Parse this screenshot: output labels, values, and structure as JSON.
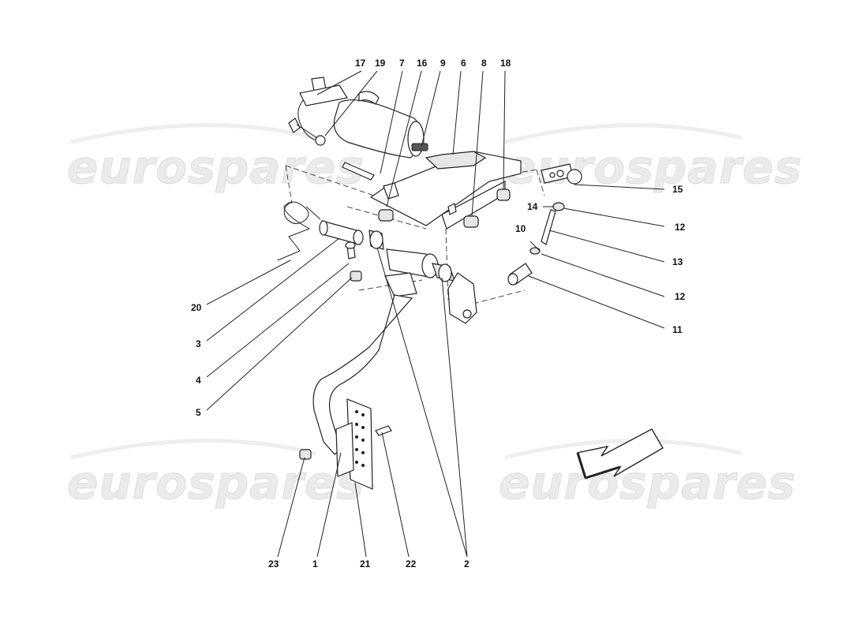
{
  "watermarks": [
    {
      "id": "wm-top-left",
      "text": "eurospares"
    },
    {
      "id": "wm-top-right",
      "text": "eurospares"
    },
    {
      "id": "wm-bottom-left",
      "text": "eurospares"
    },
    {
      "id": "wm-bottom-right",
      "text": "eurospares"
    }
  ],
  "callouts": {
    "c17": "17",
    "c19": "19",
    "c7": "7",
    "c16": "16",
    "c9": "9",
    "c6": "6",
    "c8": "8",
    "c18": "18",
    "c15": "15",
    "c14": "14",
    "c12a": "12",
    "c10": "10",
    "c13": "13",
    "c12b": "12",
    "c11": "11",
    "c20": "20",
    "c3": "3",
    "c4": "4",
    "c5": "5",
    "c23": "23",
    "c1": "1",
    "c21": "21",
    "c22": "22",
    "c2": "2"
  },
  "colors": {
    "line": "#222222",
    "watermark": "#ebebeb",
    "background": "#ffffff"
  }
}
